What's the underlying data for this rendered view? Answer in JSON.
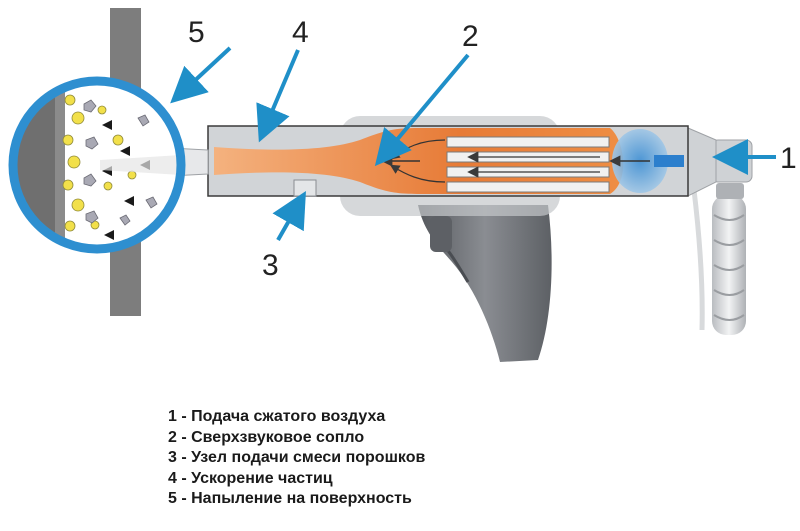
{
  "callouts": {
    "air_inlet": "1",
    "nozzle": "2",
    "powder_feed": "3",
    "acceleration": "4",
    "spraying": "5"
  },
  "legend": [
    "1 - Подача сжатого воздуха",
    "2 - Сверхзвуковое сопло",
    "3 - Узел подачи смеси порошков",
    "4 - Ускорение частиц",
    "5 - Напыление на поверхность"
  ],
  "colors": {
    "arrow": "#1f8fc8",
    "flame": "#e8762e",
    "barrel": "#c9cccf",
    "grip": "#6e7176",
    "wall": "#7d7d7d",
    "zoom_ring": "#2e8fd0",
    "particle_yellow": "#f2e04a"
  }
}
